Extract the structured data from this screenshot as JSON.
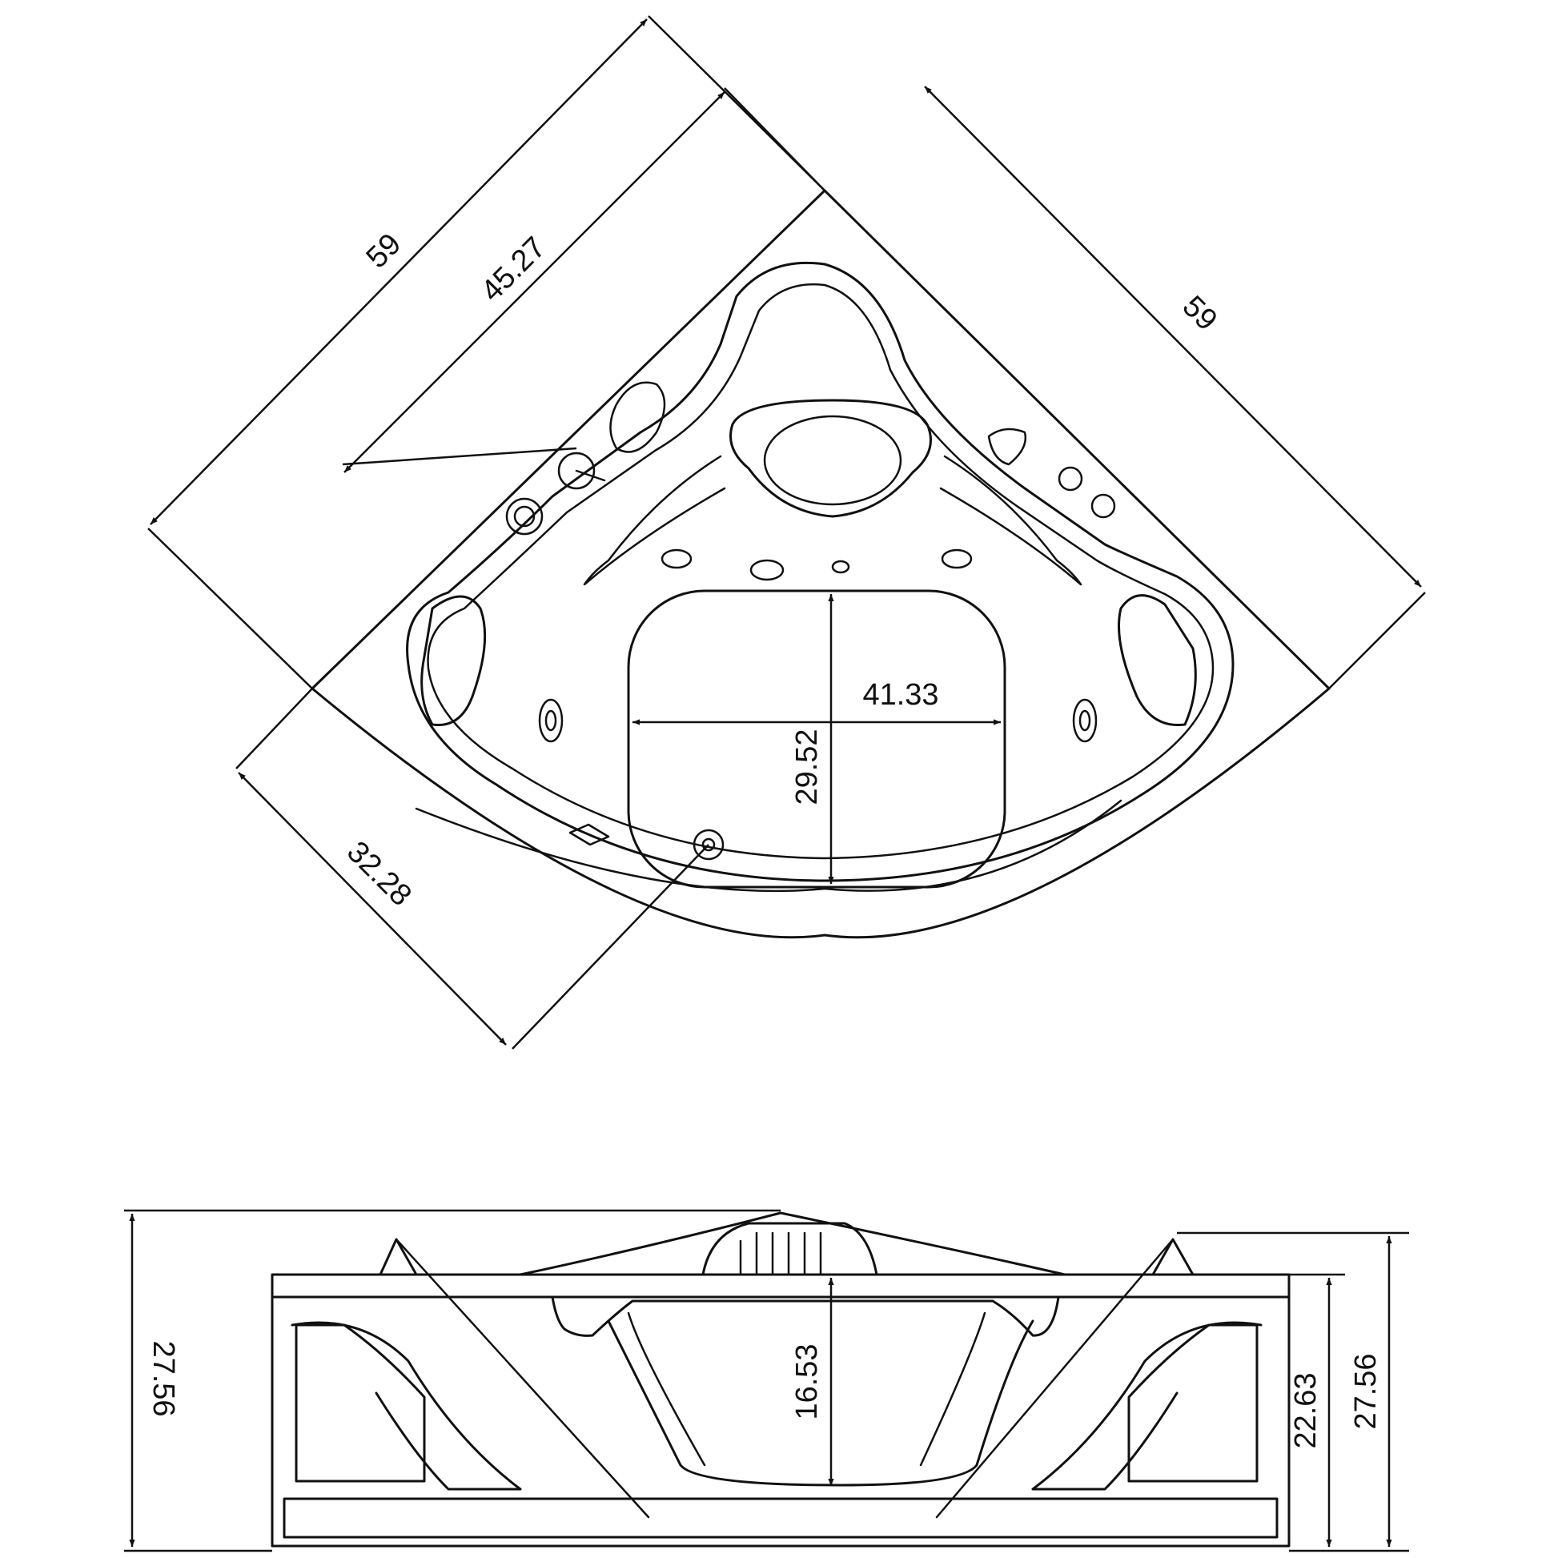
{
  "top_view": {
    "side_left": "59",
    "side_left_inner": "45.27",
    "side_right": "59",
    "front_depth": "32.28",
    "basin_width": "41.33",
    "basin_length": "29.52"
  },
  "side_view": {
    "height_left": "27.56",
    "inner_depth": "16.53",
    "height_right_inner": "22.63",
    "height_right": "27.56"
  },
  "colors": {
    "line": "#111111",
    "background": "#ffffff"
  }
}
